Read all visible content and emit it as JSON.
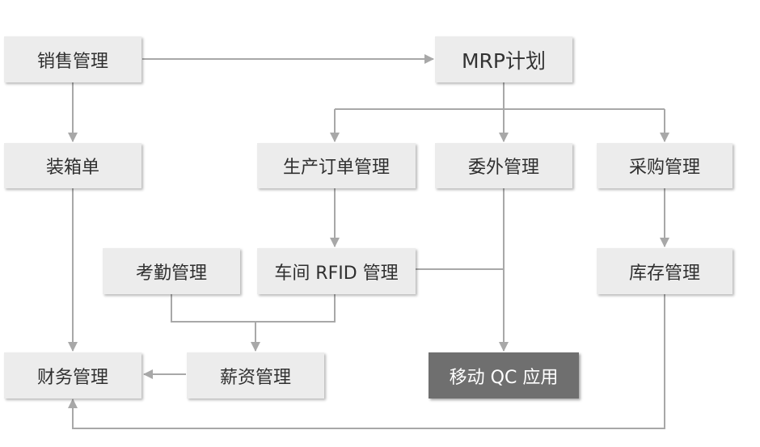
{
  "diagram": {
    "nodes": {
      "sales": "销售管理",
      "mrp": "MRP计划",
      "packing": "装箱单",
      "production_order": "生产订单管理",
      "outsourcing": "委外管理",
      "purchasing": "采购管理",
      "attendance": "考勤管理",
      "workshop_rfid": "车间 RFID 管理",
      "inventory": "库存管理",
      "finance": "财务管理",
      "payroll": "薪资管理",
      "mobile_qc": "移动 QC 应用"
    },
    "colors": {
      "box_fill": "#ececec",
      "box_text": "#2f2f2f",
      "highlight_fill": "#6f6f6f",
      "highlight_text": "#ffffff",
      "connector": "#a8a8a8"
    }
  }
}
